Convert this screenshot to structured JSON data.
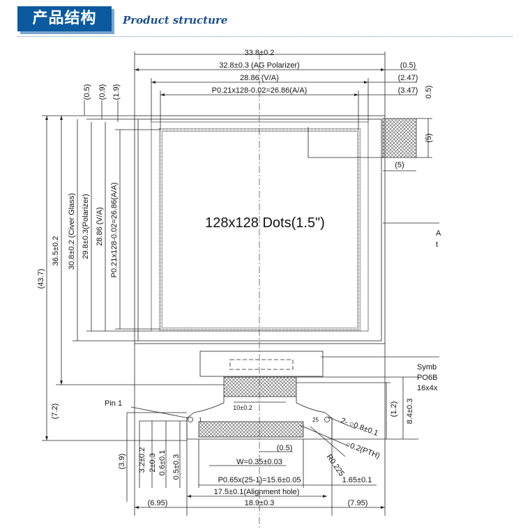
{
  "header": {
    "title": "产品结构",
    "subtitle": "Product structure"
  },
  "drawing": {
    "center_label": "128x128 Dots(1.5\")",
    "top_dims": {
      "cut_top": "33.8±0.2",
      "polarizer": "32.8±0.3 (AG Polarizer)",
      "va": "28.86 (V/A)",
      "aa": "P0.21x128-0.02=26.86(A/A)",
      "right_05": "(0.5)",
      "right_247": "(2.47)",
      "right_347": "(3.47)"
    },
    "left_small": {
      "d05": "(0.5)",
      "d09": "(0.9)",
      "d19": "(1.9)"
    },
    "left_vertical": {
      "total": "(43.7)",
      "glass": "36.5±0.2",
      "cover": "30.8±0.2 (Civer Glass)",
      "pol": "29.8±0.3(Polarizer)",
      "va": "28.86 (V/A)",
      "aa": "P0.21x128-0.02=26.86(A/A)",
      "d72": "(7.2)",
      "d39": "(3.9)"
    },
    "detail": {
      "d5_h": "(5)",
      "d5_v": "(5)",
      "d05_v": "0.5)"
    },
    "side_notes": {
      "a": "A",
      "t": "t",
      "symb": "Symb",
      "po": "PO6B",
      "size": "16x4x"
    },
    "fpc": {
      "pin1": "Pin 1",
      "pin1_small": "1",
      "pin25": "25",
      "width_10": "10±0.2",
      "d12": "(1.2)",
      "d84": "8.4±0.3",
      "holes": "2- ○0.8±0.1",
      "pth": "○0.2(PTH)",
      "r0225": "R0.225",
      "d05": "(0.5)",
      "w": "W=0.35±0.03",
      "pitch": "P0.65x(25-1)=15.6±0.05",
      "d165": "1.65±0.1",
      "align": "17.5±0.1(Alignment hole)",
      "width_189": "18.9±0.3",
      "d695": "(6.95)",
      "d795": "(7.95)",
      "v32": "3.2±0.2",
      "v2": "2±0.3",
      "v06": "0.6±0.1",
      "v05": "0.5±0.3"
    }
  }
}
